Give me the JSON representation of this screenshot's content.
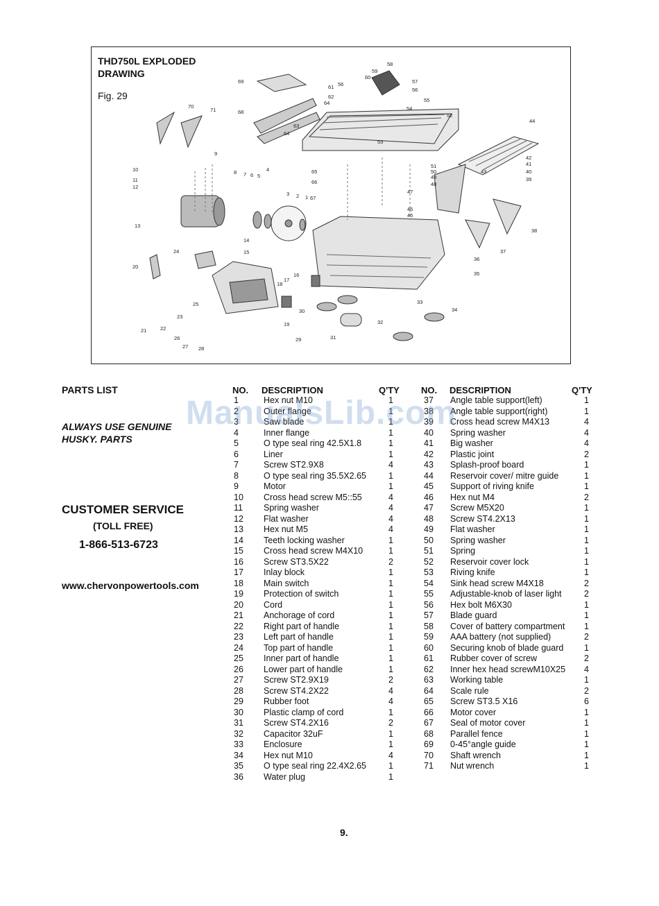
{
  "drawing": {
    "title_line1": "THD750L EXPLODED",
    "title_line2": "DRAWING",
    "figure": "Fig. 29"
  },
  "sidebar": {
    "parts_list": "PARTS LIST",
    "genuine_line1": "ALWAYS USE GENUINE",
    "genuine_line2": "HUSKY. PARTS",
    "customer_service": "CUSTOMER SERVICE",
    "toll_free": "(TOLL FREE)",
    "phone": "1-866-513-6723",
    "website": "www.chervonpowertools.com"
  },
  "headers": {
    "no": "NO.",
    "description": "DESCRIPTION",
    "qty": "Q'TY"
  },
  "watermark": "ManualsLib.com",
  "page_number": "9.",
  "parts_left": [
    [
      "1",
      "Hex nut M10",
      "1"
    ],
    [
      "2",
      "Outer flange",
      "1"
    ],
    [
      "3",
      "Saw blade",
      "1"
    ],
    [
      "4",
      "Inner flange",
      "1"
    ],
    [
      "5",
      "O type seal ring 42.5X1.8",
      "1"
    ],
    [
      "6",
      "Liner",
      "1"
    ],
    [
      "7",
      "Screw ST2.9X8",
      "4"
    ],
    [
      "8",
      "O type seal ring 35.5X2.65",
      "1"
    ],
    [
      "9",
      "Motor",
      "1"
    ],
    [
      "10",
      "Cross head screw M5::55",
      "4"
    ],
    [
      "11",
      "Spring washer",
      "4"
    ],
    [
      "12",
      "Flat washer",
      "4"
    ],
    [
      "13",
      "Hex nut M5",
      "4"
    ],
    [
      "14",
      "Teeth locking washer",
      "1"
    ],
    [
      "15",
      "Cross head screw M4X10",
      "1"
    ],
    [
      "16",
      "Screw ST3.5X22",
      "2"
    ],
    [
      "17",
      "Inlay block",
      "1"
    ],
    [
      "18",
      "Main switch",
      "1"
    ],
    [
      "19",
      "Protection of switch",
      "1"
    ],
    [
      "20",
      "Cord",
      "1"
    ],
    [
      "21",
      "Anchorage of cord",
      "1"
    ],
    [
      "22",
      "Right part of handle",
      "1"
    ],
    [
      "23",
      "Left part of handle",
      "1"
    ],
    [
      "24",
      "Top part of handle",
      "1"
    ],
    [
      "25",
      "Inner part of handle",
      "1"
    ],
    [
      "26",
      "Lower part of handle",
      "1"
    ],
    [
      "27",
      "Screw ST2.9X19",
      "2"
    ],
    [
      "28",
      "Screw ST4.2X22",
      "4"
    ],
    [
      "29",
      "Rubber foot",
      "4"
    ],
    [
      "30",
      "Plastic clamp of cord",
      "1"
    ],
    [
      "31",
      "Screw ST4.2X16",
      "2"
    ],
    [
      "32",
      "Capacitor 32uF",
      "1"
    ],
    [
      "33",
      "Enclosure",
      "1"
    ],
    [
      "34",
      "Hex nut M10",
      "4"
    ],
    [
      "35",
      "O type seal ring 22.4X2.65",
      "1"
    ],
    [
      "36",
      "Water plug",
      "1"
    ]
  ],
  "parts_right": [
    [
      "37",
      "Angle table support(left)",
      "1"
    ],
    [
      "38",
      "Angle table support(right)",
      "1"
    ],
    [
      "39",
      "Cross head screw M4X13",
      "4"
    ],
    [
      "40",
      "Spring washer",
      "4"
    ],
    [
      "41",
      "Big washer",
      "4"
    ],
    [
      "42",
      "Plastic joint",
      "2"
    ],
    [
      "43",
      "Splash-proof board",
      "1"
    ],
    [
      "44",
      "Reservoir cover/ mitre guide",
      "1"
    ],
    [
      "45",
      "Support of riving knife",
      "1"
    ],
    [
      "46",
      "Hex nut M4",
      "2"
    ],
    [
      "47",
      "Screw M5X20",
      "1"
    ],
    [
      "48",
      "Screw ST4.2X13",
      "1"
    ],
    [
      "49",
      "Flat washer",
      "1"
    ],
    [
      "50",
      "Spring washer",
      "1"
    ],
    [
      "51",
      "Spring",
      "1"
    ],
    [
      "52",
      "Reservoir cover lock",
      "1"
    ],
    [
      "53",
      "Riving knife",
      "1"
    ],
    [
      "54",
      "Sink head screw M4X18",
      "2"
    ],
    [
      "55",
      "Adjustable-knob of laser light",
      "2"
    ],
    [
      "56",
      "Hex bolt M6X30",
      "1"
    ],
    [
      "57",
      "Blade guard",
      "1"
    ],
    [
      "58",
      "Cover of battery compartment",
      "1"
    ],
    [
      "59",
      "AAA battery (not supplied)",
      "2"
    ],
    [
      "60",
      "Securing knob of blade guard",
      "1"
    ],
    [
      "61",
      "Rubber cover of screw",
      "2"
    ],
    [
      "62",
      "Inner hex head screwM10X25",
      "4"
    ],
    [
      "63",
      "Working table",
      "1"
    ],
    [
      "64",
      "Scale rule",
      "2"
    ],
    [
      "65",
      "Screw ST3.5 X16",
      "6"
    ],
    [
      "66",
      "Motor cover",
      "1"
    ],
    [
      "67",
      "Seal of motor cover",
      "1"
    ],
    [
      "68",
      "Parallel fence",
      "1"
    ],
    [
      "69",
      "0-45°angle guide",
      "1"
    ],
    [
      "70",
      "Shaft wrench",
      "1"
    ],
    [
      "71",
      "Nut wrench",
      "1"
    ]
  ],
  "callouts": [
    "1",
    "2",
    "3",
    "4",
    "5",
    "6",
    "7",
    "8",
    "9",
    "10",
    "11",
    "12",
    "13",
    "14",
    "15",
    "16",
    "17",
    "18",
    "19",
    "20",
    "21",
    "22",
    "23",
    "24",
    "25",
    "26",
    "27",
    "28",
    "29",
    "30",
    "31",
    "32",
    "33",
    "34",
    "35",
    "36",
    "37",
    "38",
    "39",
    "40",
    "41",
    "42",
    "43",
    "44",
    "45",
    "46",
    "47",
    "48",
    "49",
    "50",
    "51",
    "52",
    "53",
    "54",
    "55",
    "56",
    "57",
    "58",
    "59",
    "60",
    "61",
    "62",
    "63",
    "64",
    "65",
    "66",
    "67",
    "68",
    "69",
    "70",
    "71"
  ]
}
